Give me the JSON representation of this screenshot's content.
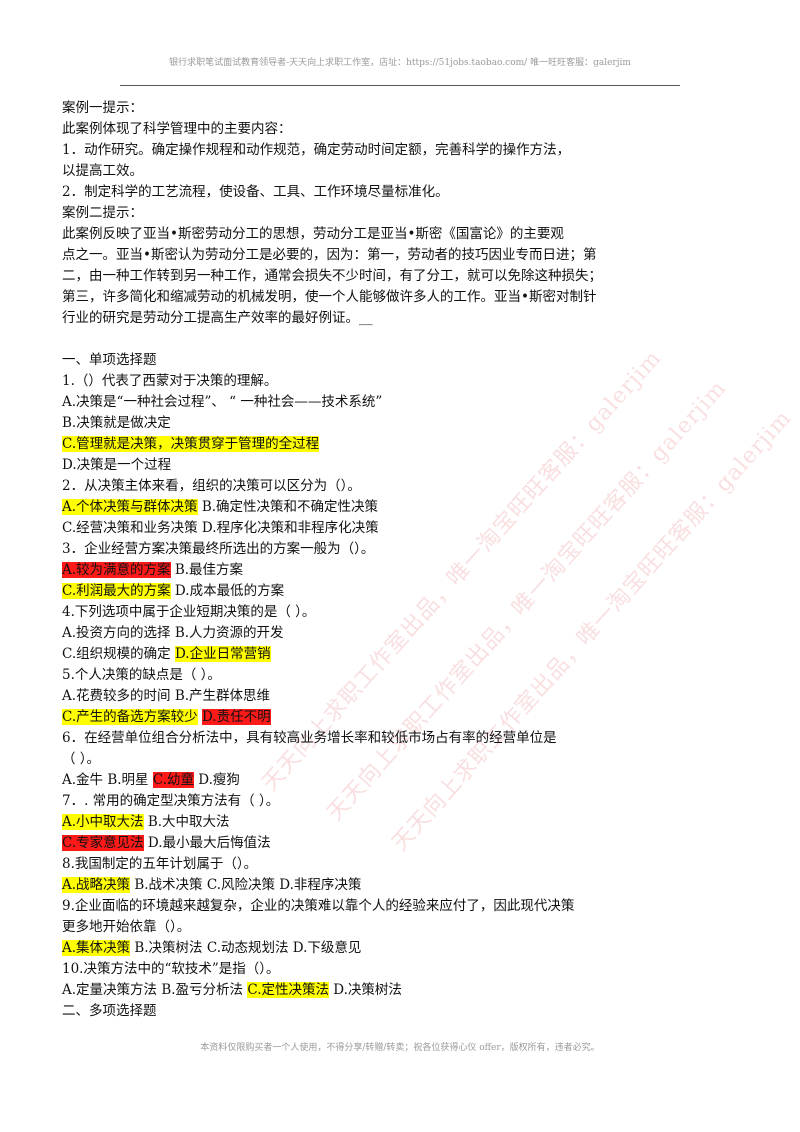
{
  "header": "银行求职笔试面试教育领导者-天天向上求职工作室，店址：https://51jobs.taobao.com/ 唯一旺旺客服：galerjim",
  "lines": [
    [
      {
        "t": "案例一提示："
      }
    ],
    [
      {
        "t": "此案例体现了科学管理中的主要内容："
      }
    ],
    [
      {
        "t": "1．动作研究。确定操作规程和动作规范，确定劳动时间定额，完善科学的操作方法，"
      }
    ],
    [
      {
        "t": "以提高工效。"
      }
    ],
    [
      {
        "t": "2．制定科学的工艺流程，使设备、工具、工作环境尽量标准化。"
      }
    ],
    [
      {
        "t": "案例二提示："
      }
    ],
    [
      {
        "t": "此案例反映了亚当•斯密劳动分工的思想，劳动分工是亚当•斯密《国富论》的主要观"
      }
    ],
    [
      {
        "t": "点之一。亚当•斯密认为劳动分工是必要的，因为：第一，劳动者的技巧因业专而日进；第"
      }
    ],
    [
      {
        "t": "二，由一种工作转到另一种工作，通常会损失不少时间，有了分工，就可以免除这种损失；"
      }
    ],
    [
      {
        "t": "第三，许多简化和缩减劳动的机械发明，使一个人能够做许多人的工作。亚当•斯密对制针"
      }
    ],
    [
      {
        "t": "行业的研究是劳动分工提高生产效率的最好例证。__"
      }
    ],
    [],
    [
      {
        "t": "一、单项选择题"
      }
    ],
    [
      {
        "t": "1.（）代表了西蒙对于决策的理解。"
      }
    ],
    [
      {
        "t": "A.决策是“一种社会过程”、 “ 一种社会——技术系统”"
      }
    ],
    [
      {
        "t": "B.决策就是做决定"
      }
    ],
    [
      {
        "t": "C.管理就是决策，决策贯穿于管理的全过程",
        "h": "y"
      }
    ],
    [
      {
        "t": "D.决策是一个过程"
      }
    ],
    [
      {
        "t": "2．从决策主体来看，组织的决策可以区分为（）。"
      }
    ],
    [
      {
        "t": "A.个体决策与群体决策",
        "h": "y"
      },
      {
        "t": " B.确定性决策和不确定性决策"
      }
    ],
    [
      {
        "t": "C.经营决策和业务决策 D.程序化决策和非程序化决策"
      }
    ],
    [
      {
        "t": "3．企业经营方案决策最终所选出的方案一般为（）。"
      }
    ],
    [
      {
        "t": "A.较为满意的方案",
        "h": "r"
      },
      {
        "t": " B.最佳方案"
      }
    ],
    [
      {
        "t": "C.利润最大的方案",
        "h": "y"
      },
      {
        "t": " D.成本最低的方案"
      }
    ],
    [
      {
        "t": "4.下列选项中属于企业短期决策的是（ ）。"
      }
    ],
    [
      {
        "t": "A.投资方向的选择 B.人力资源的开发"
      }
    ],
    [
      {
        "t": "C.组织规模的确定 "
      },
      {
        "t": "D.企业日常营销",
        "h": "y"
      }
    ],
    [
      {
        "t": "5.个人决策的缺点是（ ）。"
      }
    ],
    [
      {
        "t": "A.花费较多的时间 B.产生群体思维"
      }
    ],
    [
      {
        "t": "C.产生的备选方案较少",
        "h": "y"
      },
      {
        "t": " "
      },
      {
        "t": "D.责任不明",
        "h": "r"
      }
    ],
    [
      {
        "t": "6．在经营单位组合分析法中，具有较高业务增长率和较低市场占有率的经营单位是"
      }
    ],
    [
      {
        "t": "（ ）。"
      }
    ],
    [
      {
        "t": "A.金牛 B.明星 "
      },
      {
        "t": "C.幼童",
        "h": "r"
      },
      {
        "t": " D.瘦狗"
      }
    ],
    [
      {
        "t": "7．. 常用的确定型决策方法有（ ）。"
      }
    ],
    [
      {
        "t": "A.小中取大法",
        "h": "y"
      },
      {
        "t": " B.大中取大法"
      }
    ],
    [
      {
        "t": "C.专家意见法",
        "h": "r"
      },
      {
        "t": " D.最小最大后悔值法"
      }
    ],
    [
      {
        "t": "8.我国制定的五年计划属于（）。"
      }
    ],
    [
      {
        "t": "A.战略决策",
        "h": "y"
      },
      {
        "t": " B.战术决策 C.风险决策 D.非程序决策"
      }
    ],
    [
      {
        "t": "9.企业面临的环境越来越复杂，企业的决策难以靠个人的经验来应付了，因此现代决策"
      }
    ],
    [
      {
        "t": "更多地开始依靠（）。"
      }
    ],
    [
      {
        "t": "A.集体决策",
        "h": "y"
      },
      {
        "t": " B.决策树法 C.动态规划法 D.下级意见"
      }
    ],
    [
      {
        "t": "10.决策方法中的“软技术”是指（）。"
      }
    ],
    [
      {
        "t": "A.定量决策方法 B.盈亏分析法 "
      },
      {
        "t": "C.定性决策法",
        "h": "y"
      },
      {
        "t": " D.决策树法"
      }
    ],
    [
      {
        "t": "二、多项选择题"
      }
    ]
  ],
  "footer": "本资料仅限购买者一个人使用，不得分享/转赠/转卖；祝各位获得心仪 offer，版权所有，违者必究。",
  "colors": {
    "highlight_yellow": "#ffff00",
    "highlight_red": "#ff1a1a"
  }
}
